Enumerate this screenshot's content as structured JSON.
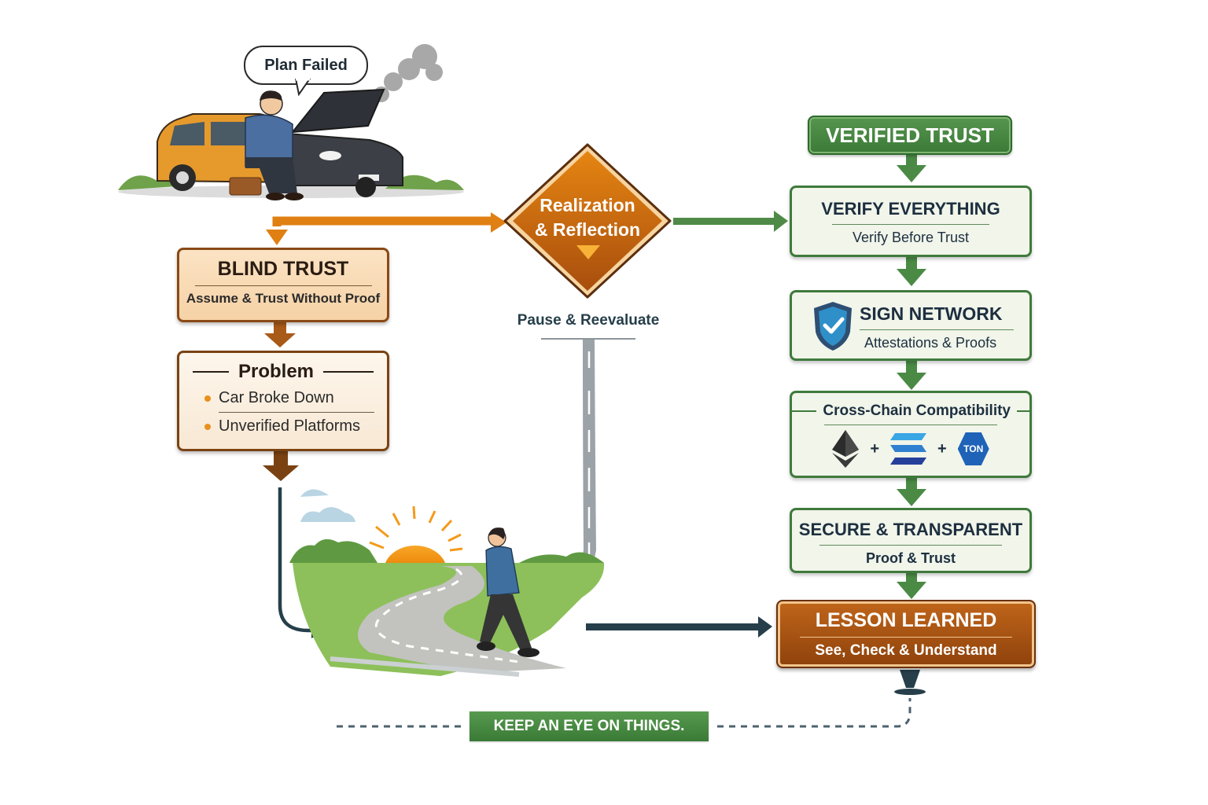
{
  "scene_top": {
    "speech_bubble": "Plan Failed",
    "illustration": "man-sitting-by-broken-down-car-with-smoke"
  },
  "left_column": {
    "blind_trust": {
      "title": "BLIND TRUST",
      "subtitle": "Assume & Trust Without Proof"
    },
    "problem": {
      "title": "Problem",
      "items": [
        "Car Broke Down",
        "Unverified Platforms"
      ]
    }
  },
  "center": {
    "diamond": {
      "line1": "Realization",
      "line2": "& Reflection"
    },
    "caption": "Pause & Reevaluate",
    "illustration": "man-walking-on-winding-road-toward-sunrise"
  },
  "right_column": {
    "header": "VERIFIED TRUST",
    "steps": [
      {
        "title": "VERIFY EVERYTHING",
        "subtitle": "Verify Before Trust"
      },
      {
        "title": "SIGN NETWORK",
        "subtitle": "Attestations & Proofs",
        "icon": "shield-check-icon"
      },
      {
        "title": "Cross-Chain Compatibility",
        "chains": [
          "ethereum-icon",
          "solana-icon",
          "ton-icon"
        ],
        "ton_label": "TON",
        "separator": "+"
      },
      {
        "title": "SECURE & TRANSPARENT",
        "subtitle": "Proof & Trust"
      }
    ],
    "lesson": {
      "title": "LESSON LEARNED",
      "subtitle": "See, Check & Understand"
    }
  },
  "footer": {
    "banner": "KEEP AN EYE ON THINGS."
  },
  "colors": {
    "orange": "#e07f12",
    "brown": "#8a4a16",
    "green": "#3f7f3c",
    "navy": "#263f4a",
    "lesson_brown": "#b25a12"
  }
}
